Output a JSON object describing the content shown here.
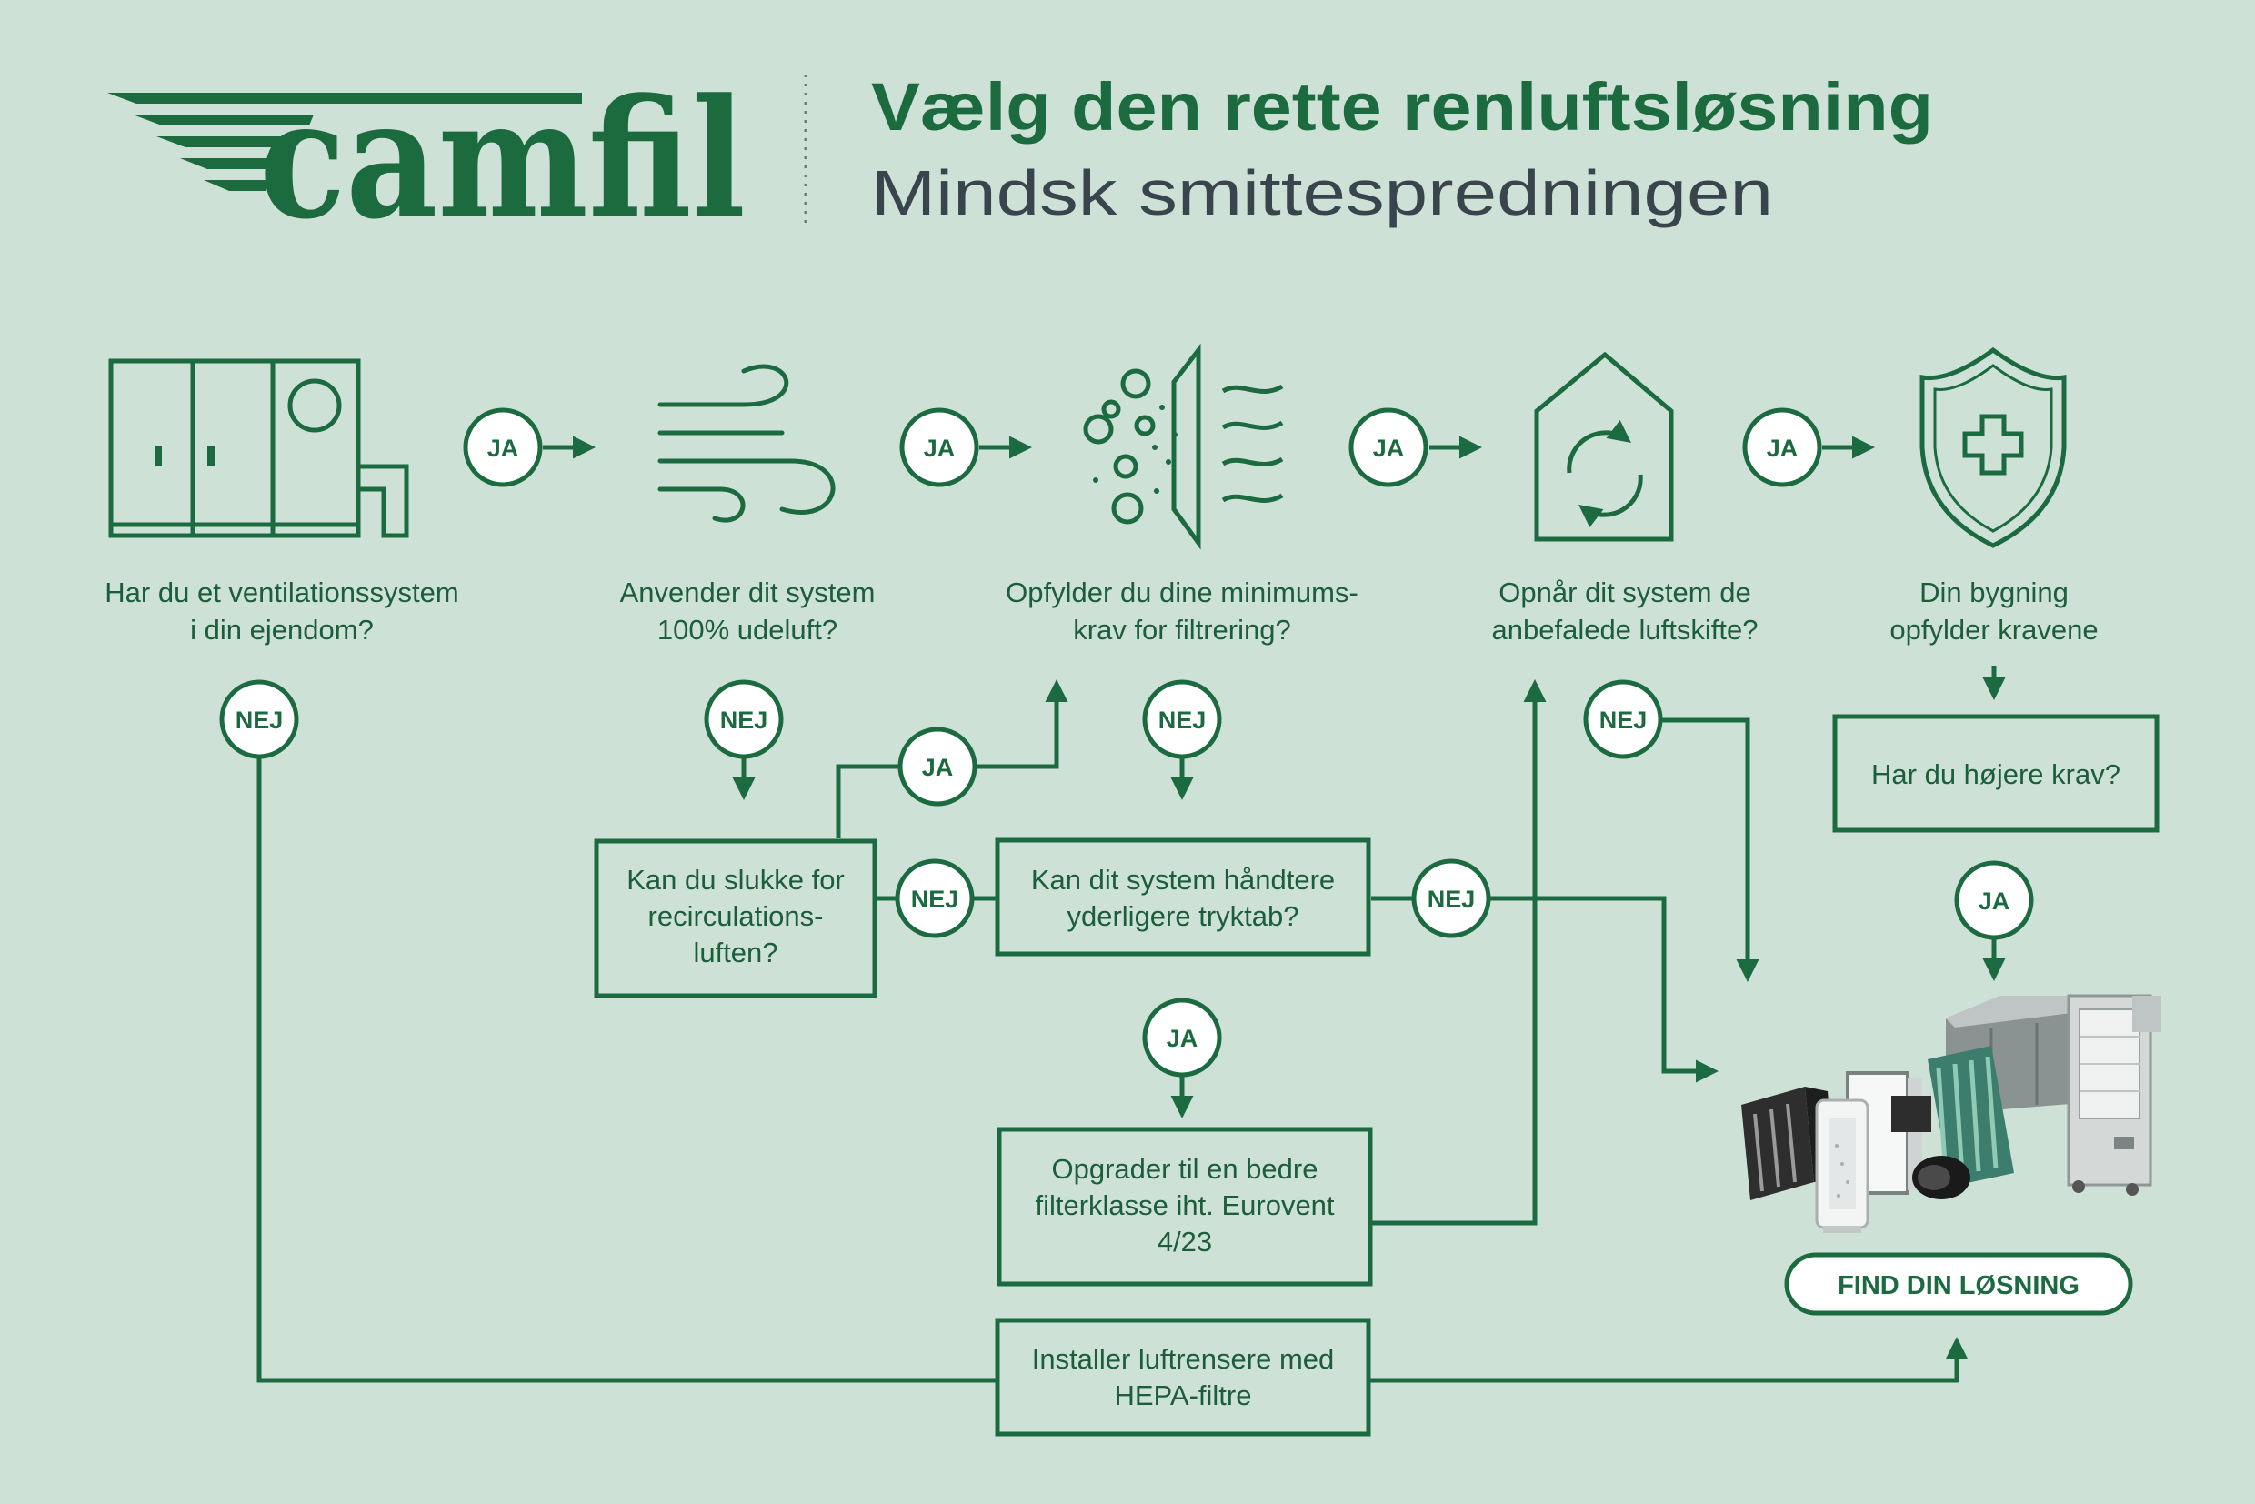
{
  "header": {
    "logo_text": "camfil",
    "title": "Vælg den rette renluftsløsning",
    "subtitle": "Mindsk smittespredningen"
  },
  "steps": [
    {
      "icon": "ventilation-unit-icon",
      "lines": [
        "Har du et ventilationssystem",
        "i din ejendom?"
      ]
    },
    {
      "icon": "wind-icon",
      "lines": [
        "Anvender dit system",
        "100% udeluft?"
      ]
    },
    {
      "icon": "filter-particles-icon",
      "lines": [
        "Opfylder du dine minimums-",
        "krav for filtrering?"
      ]
    },
    {
      "icon": "house-recirculation-icon",
      "lines": [
        "Opnår dit system de",
        "anbefalede luftskifte?"
      ]
    },
    {
      "icon": "shield-cross-icon",
      "lines": [
        "Din bygning",
        "opfylder kravene"
      ]
    }
  ],
  "boxes": {
    "recirc": [
      "Kan du slukke for",
      "recirculations-",
      "luften?"
    ],
    "pressure": [
      "Kan dit system håndtere",
      "yderligere tryktab?"
    ],
    "upgrade": [
      "Opgrader til en bedre",
      "filterklasse iht. Eurovent",
      "4/23"
    ],
    "hepa": [
      "Installer luftrensere med",
      "HEPA-filtre"
    ],
    "higher": [
      "Har du højere krav?"
    ]
  },
  "labels": {
    "yes": "JA",
    "no": "NEJ"
  },
  "cta": {
    "label": "FIND DIN LØSNING"
  },
  "colors": {
    "green": "#1c6b40",
    "background": "#cde1d7",
    "title_grey": "#3a444c"
  }
}
